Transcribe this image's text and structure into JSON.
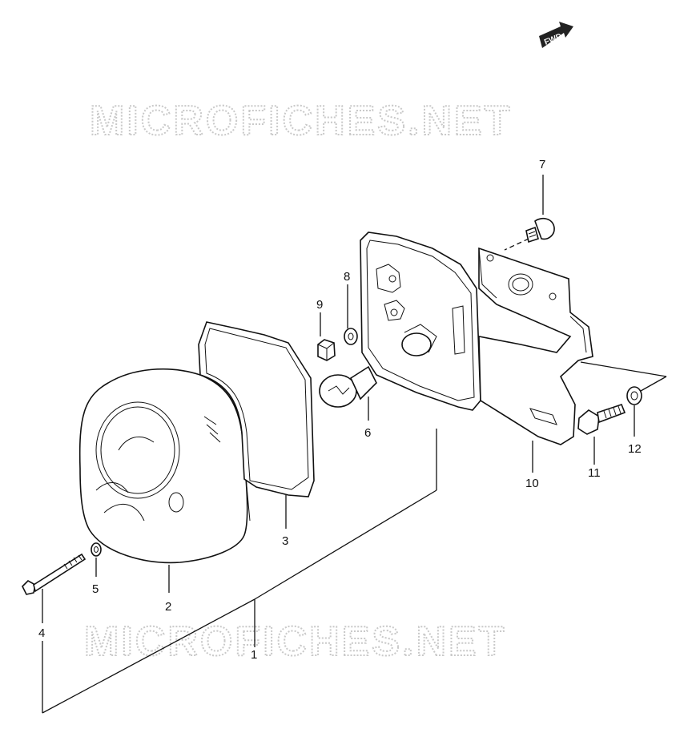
{
  "fwd_label": "FWD",
  "watermark": "MICROFICHES.NET",
  "callouts": [
    "1",
    "2",
    "3",
    "4",
    "5",
    "6",
    "7",
    "8",
    "9",
    "10",
    "11",
    "12"
  ]
}
